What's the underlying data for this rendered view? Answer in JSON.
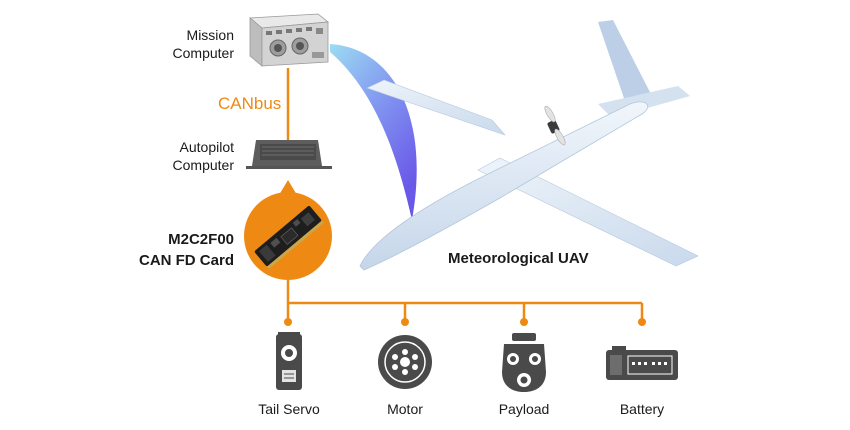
{
  "labels": {
    "mission_computer": [
      "Mission",
      "Computer"
    ],
    "canbus": "CANbus",
    "autopilot_computer": [
      "Autopilot",
      "Computer"
    ],
    "card": [
      "M2C2F00",
      "CAN FD Card"
    ],
    "uav": "Meteorological UAV"
  },
  "peripherals": [
    {
      "label": "Tail Servo",
      "icon": "servo-icon"
    },
    {
      "label": "Motor",
      "icon": "motor-icon"
    },
    {
      "label": "Payload",
      "icon": "camera-gimbal-icon"
    },
    {
      "label": "Battery",
      "icon": "battery-icon"
    }
  ],
  "colors": {
    "bus_orange": "#ee8a14",
    "device_gray": "#4a4a4a",
    "uav_body": "#dce8f4",
    "link_gradient": [
      "#86d4ef",
      "#6a5ce8"
    ]
  }
}
